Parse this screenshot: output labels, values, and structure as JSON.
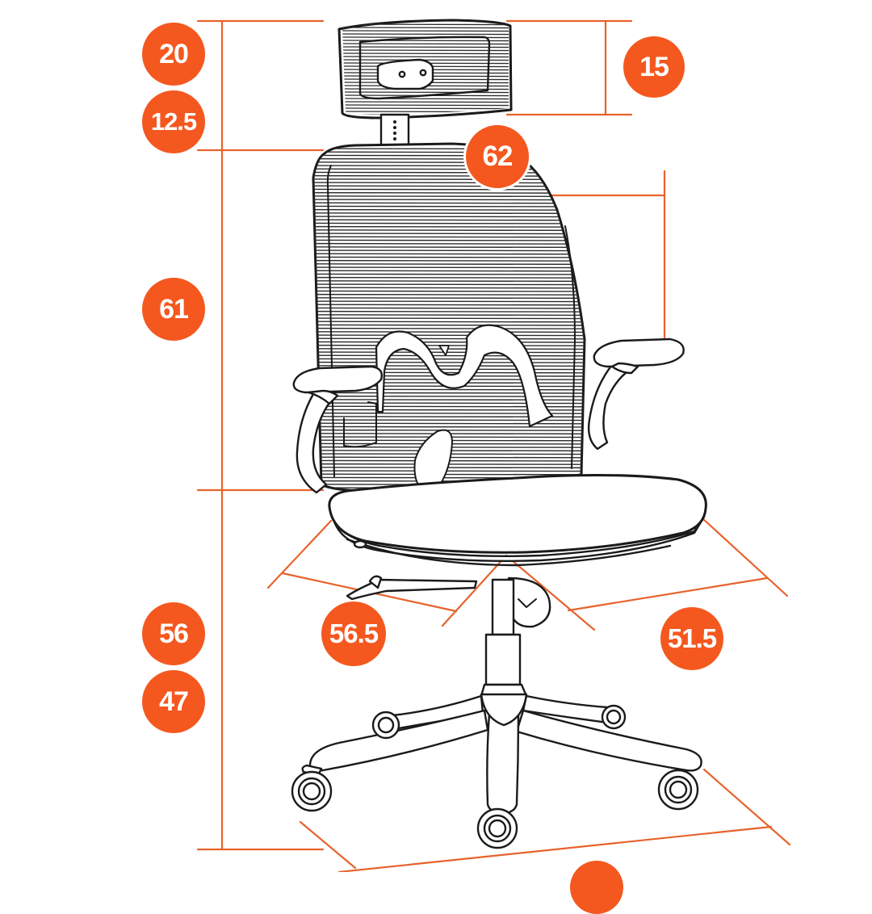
{
  "theme": {
    "accent": "#F4581F",
    "line": "#E8622C",
    "ink": "#1a1a1a",
    "mesh": "#2b2b2b",
    "background": "#ffffff"
  },
  "measurements": {
    "headrest_top": "20",
    "headrest_adjust": "12.5",
    "headrest_height": "15",
    "backrest_width": "62",
    "backrest_height": "61",
    "seat_width": "56.5",
    "seat_depth": "51.5",
    "seat_height_max": "56",
    "seat_height_min": "47"
  },
  "icons": {
    "main": "office-chair-illustration"
  }
}
